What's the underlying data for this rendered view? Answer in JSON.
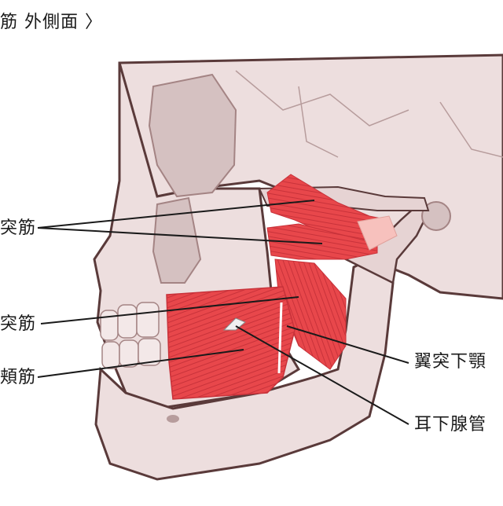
{
  "header": {
    "title": "筋 外側面 〉"
  },
  "labels": {
    "upper_left": "突筋",
    "middle_left": "突筋",
    "lower_left": "頬筋",
    "right_upper": "翼突下顎",
    "right_lower": "耳下腺管"
  },
  "colors": {
    "bone": "#eddede",
    "bone_shadow": "#d5c1c1",
    "outline": "#5a3a3a",
    "muscle": "#e8474b",
    "muscle_dark": "#c8323a",
    "muscle_light": "#f7c1bd",
    "pointer_line": "#1a1a1a"
  }
}
